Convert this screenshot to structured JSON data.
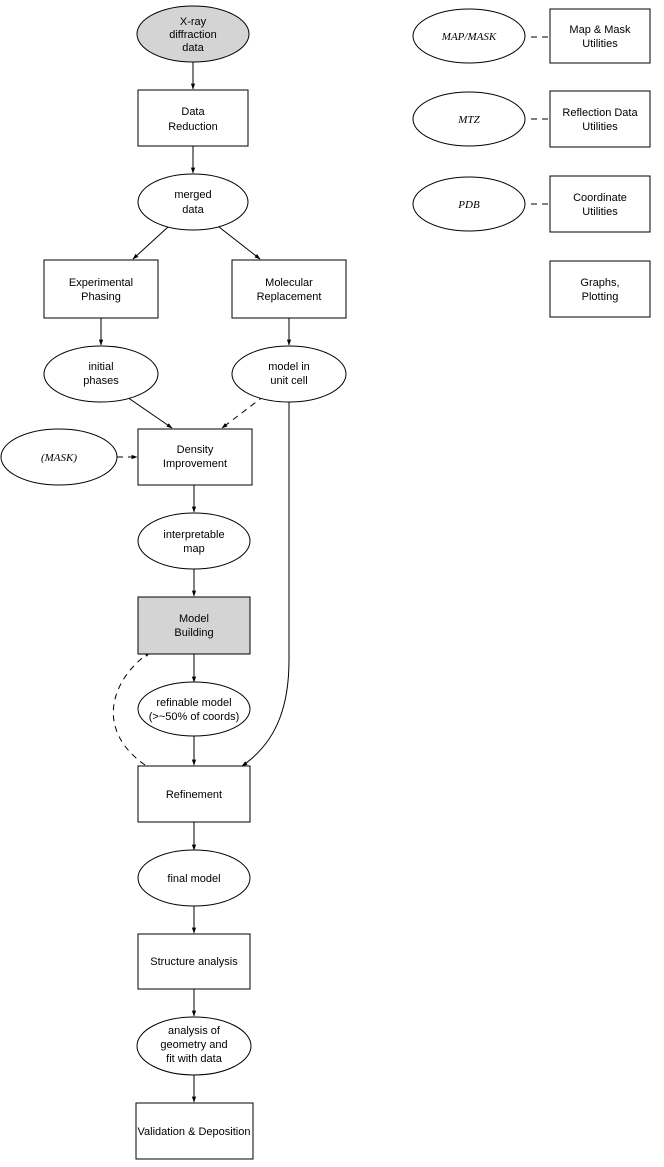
{
  "colors": {
    "line": "#000000",
    "highlight_fill": "#d4d4d4",
    "background": "#ffffff"
  },
  "nodes": {
    "xray": [
      "X-ray",
      "diffraction",
      "data"
    ],
    "data_reduction": [
      "Data",
      "Reduction"
    ],
    "merged": [
      "merged",
      "data"
    ],
    "exp_phasing": [
      "Experimental",
      "Phasing"
    ],
    "mol_replacement": [
      "Molecular",
      "Replacement"
    ],
    "initial_phases": [
      "initial",
      "phases"
    ],
    "model_unit_cell": [
      "model in",
      "unit cell"
    ],
    "mask": [
      "(MASK)"
    ],
    "density": [
      "Density",
      "Improvement"
    ],
    "interp_map": [
      "interpretable",
      "map"
    ],
    "model_building": [
      "Model",
      "Building"
    ],
    "refinable": [
      "refinable model",
      "(>~50% of coords)"
    ],
    "refinement": [
      "Refinement"
    ],
    "final_model": [
      "final model"
    ],
    "structure_analysis": [
      "Structure analysis"
    ],
    "analysis_geometry": [
      "analysis of",
      "geometry and",
      "fit with data"
    ],
    "validation": [
      "Validation & Deposition"
    ],
    "map_mask_oval": [
      "MAP/MASK"
    ],
    "map_mask_util": [
      "Map & Mask",
      "Utilities"
    ],
    "mtz_oval": [
      "MTZ"
    ],
    "reflection_util": [
      "Reflection Data",
      "Utilities"
    ],
    "pdb_oval": [
      "PDB"
    ],
    "coord_util": [
      "Coordinate",
      "Utilities"
    ],
    "graphs": [
      "Graphs,",
      "Plotting"
    ]
  }
}
